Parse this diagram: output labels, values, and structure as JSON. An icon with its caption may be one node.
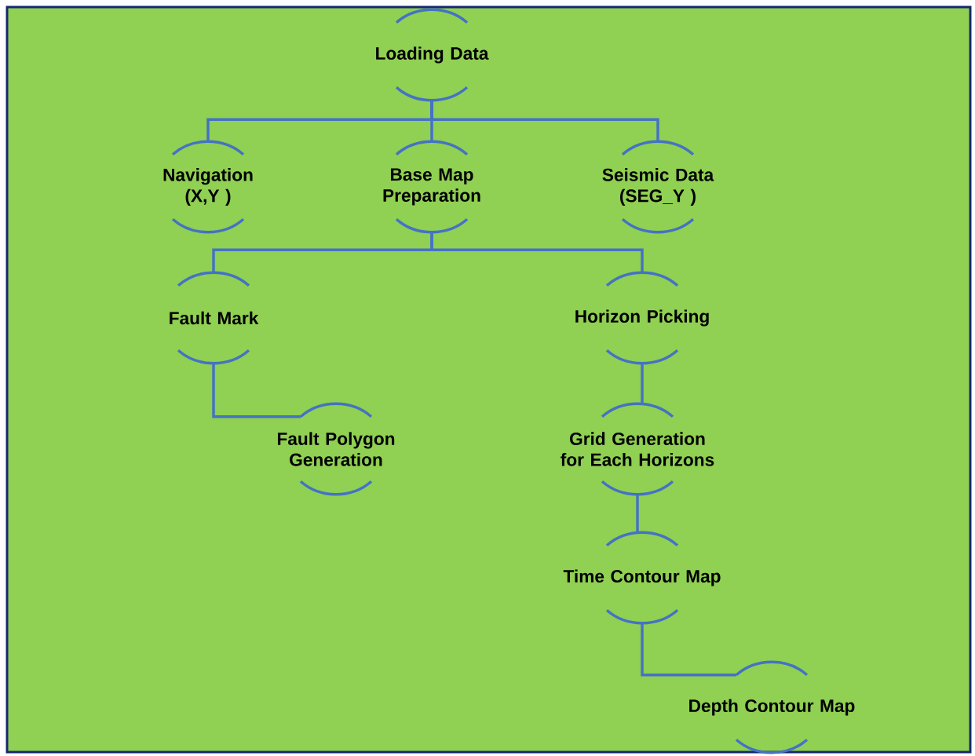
{
  "diagram": {
    "nodes": [
      {
        "text": [
          "Loading Data"
        ]
      },
      {
        "text": [
          "Navigation (X,Y )"
        ]
      },
      {
        "text": [
          "Base Map Preparation"
        ]
      },
      {
        "text": [
          "Seismic Data (SEG_Y )"
        ]
      },
      {
        "text": [
          "Fault Mark"
        ]
      },
      {
        "text": [
          "Horizon Picking"
        ]
      },
      {
        "text": [
          "Fault Polygon Generation"
        ]
      },
      {
        "text": [
          "Grid Generation for Each Horizons"
        ]
      },
      {
        "text": [
          "Time Contour Map"
        ]
      },
      {
        "text": [
          "Depth Contour Map"
        ]
      }
    ],
    "edges": [
      {
        "from": 0,
        "to": 1,
        "arrow": "none"
      },
      {
        "from": 0,
        "to": 2,
        "arrow": "none"
      },
      {
        "from": 0,
        "to": 3,
        "arrow": "none"
      },
      {
        "from": 2,
        "to": 4,
        "arrow": "none"
      },
      {
        "from": 2,
        "to": 5,
        "arrow": "none"
      },
      {
        "from": 4,
        "to": 6,
        "arrow": "none"
      },
      {
        "from": 5,
        "to": 7,
        "arrow": "none"
      },
      {
        "from": 7,
        "to": 8,
        "arrow": "none"
      },
      {
        "from": 8,
        "to": 9,
        "arrow": "none"
      }
    ]
  }
}
